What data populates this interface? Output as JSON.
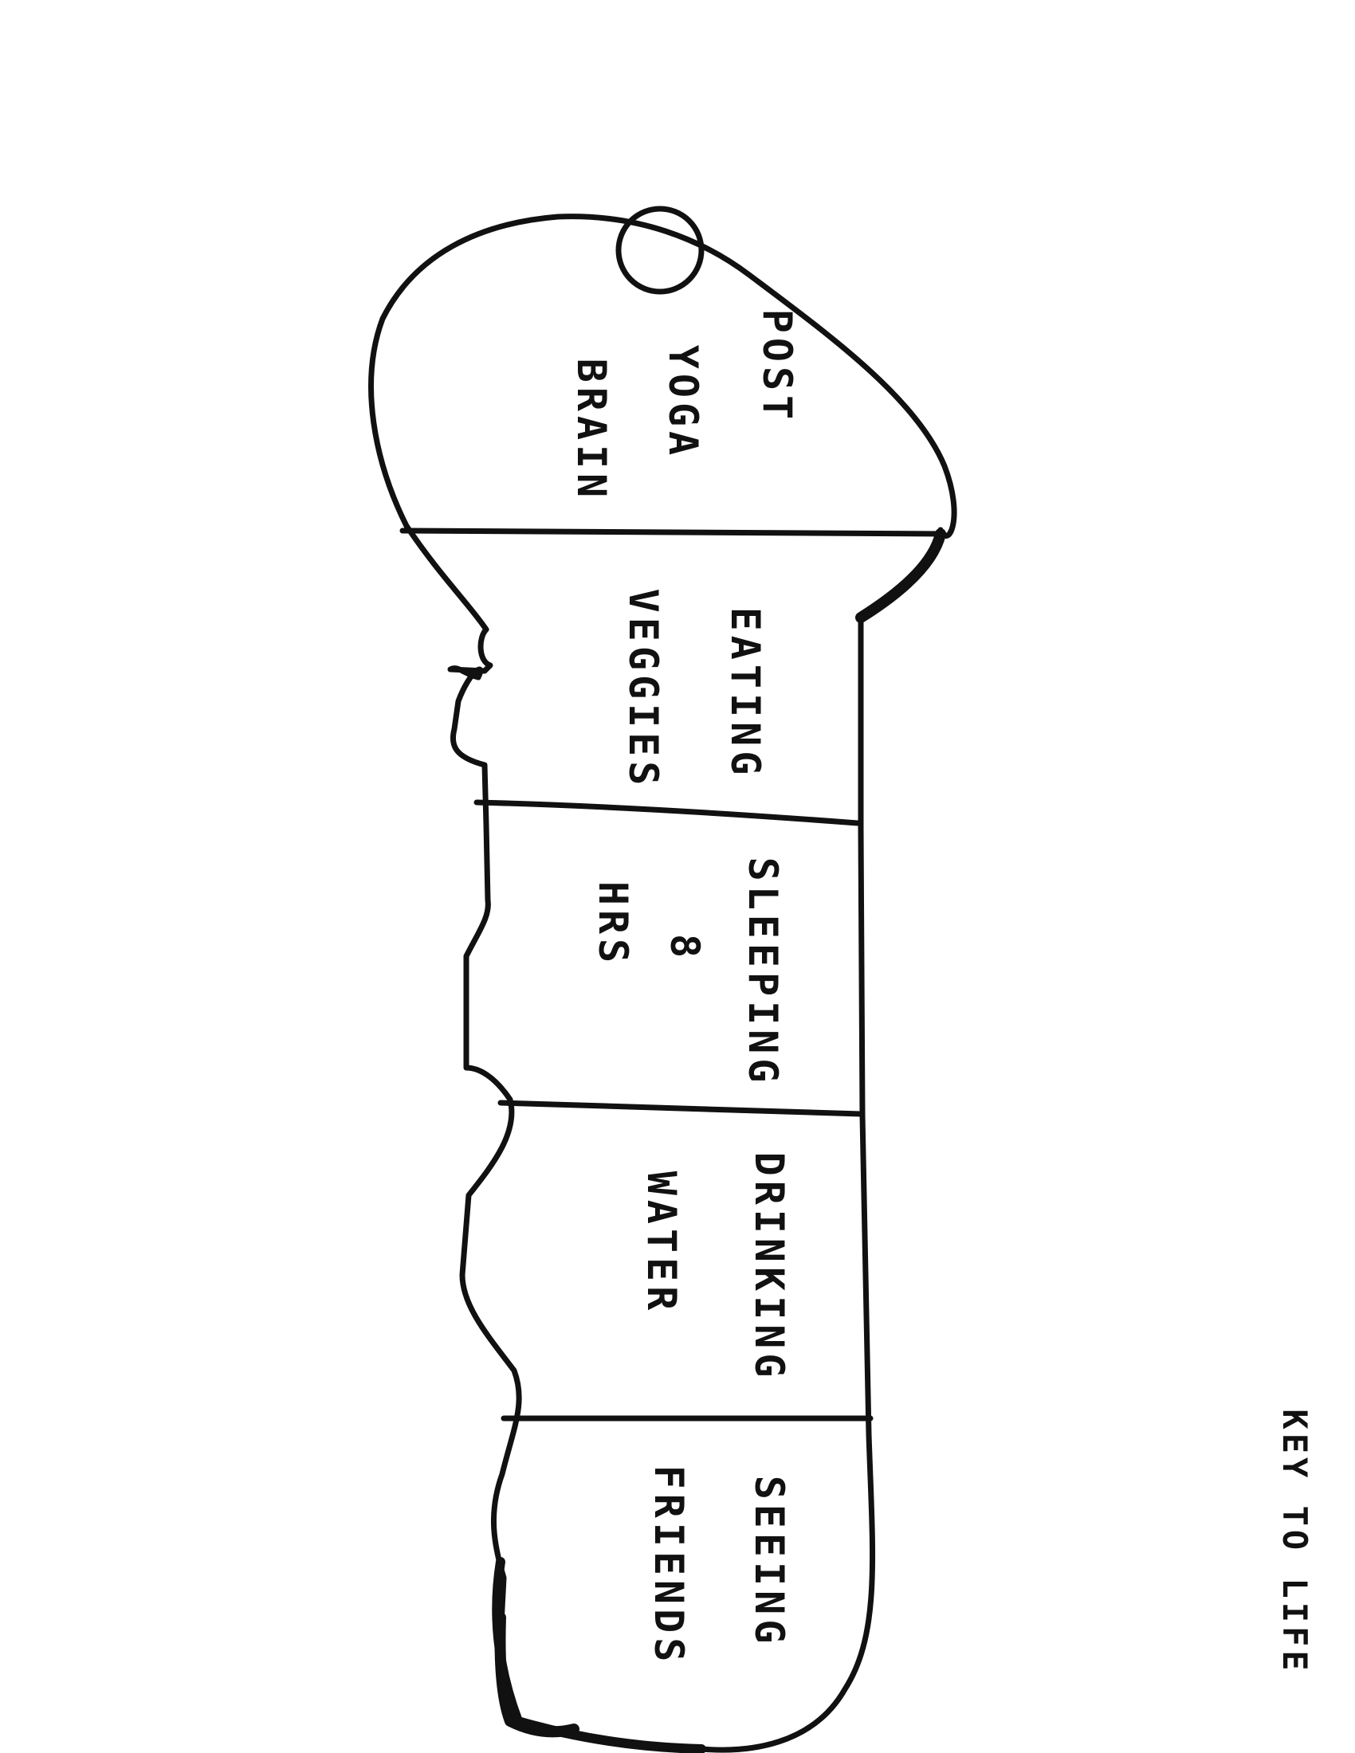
{
  "key": {
    "head": [
      "POST",
      "YOGA",
      "BRAIN"
    ],
    "sections": [
      {
        "lines": [
          "EATING",
          "VEGGIES"
        ]
      },
      {
        "lines": [
          "SLEEPING",
          "8",
          "HRS"
        ]
      },
      {
        "lines": [
          "DRINKING",
          "WATER"
        ]
      },
      {
        "lines": [
          "SEEING",
          "FRIENDS"
        ]
      }
    ]
  },
  "caption": "KEY TO LIFE",
  "colors": {
    "ink": "#111111",
    "paper": "#ffffff"
  }
}
